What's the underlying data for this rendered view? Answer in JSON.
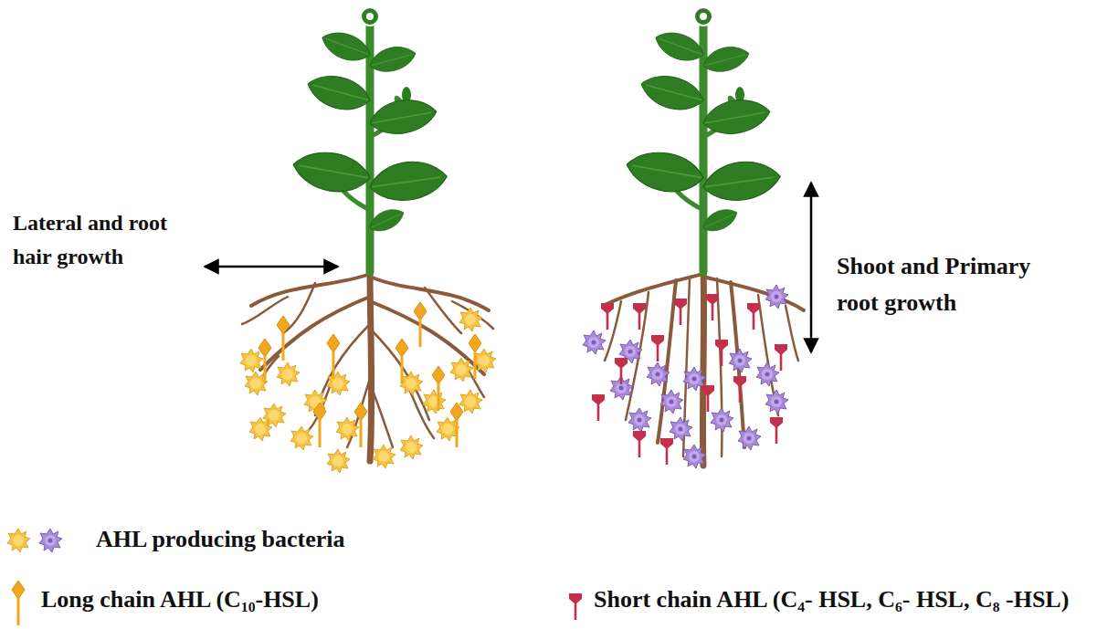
{
  "diagram": {
    "labels": [
      "Lateral and root hair growth",
      "Shoot and Primary root growth"
    ],
    "legend": [
      {
        "text": "AHL producing bacteria"
      },
      {
        "text": "Long chain AHL (C₁₀-HSL)"
      },
      {
        "text": "Short chain AHL (C₄- HSL, C₆- HSL, C₈ -HSL)"
      }
    ]
  }
}
